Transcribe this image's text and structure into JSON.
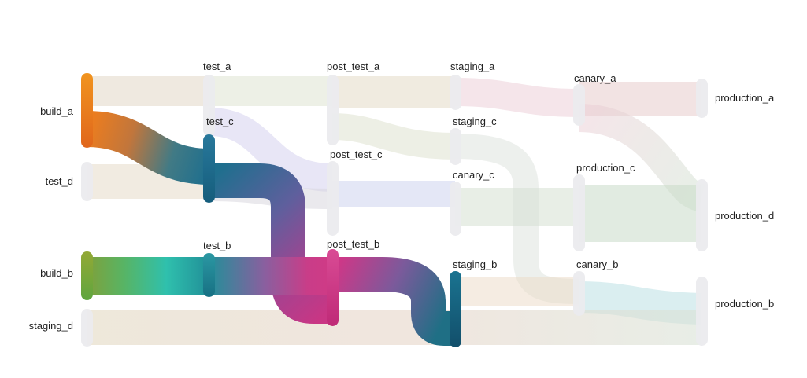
{
  "diagram": {
    "type": "sankey-pipeline",
    "background": "#ffffff",
    "columns": [
      "sources",
      "test",
      "post_test",
      "staging",
      "canary",
      "production"
    ],
    "accent_colors": {
      "orange": "#ee7d1d",
      "green": "#7fa03a",
      "cyan": "#2fc0ad",
      "teal": "#1f6f8e",
      "magenta": "#d03a86",
      "dark_teal": "#19647e",
      "node_light": "#ebebee"
    },
    "nodes": [
      {
        "id": "build_a",
        "label": "build_a",
        "column": 0,
        "emphasis": "vivid",
        "color": "#ee7d1d"
      },
      {
        "id": "test_d",
        "label": "test_d",
        "column": 0,
        "emphasis": "faded",
        "color": "#ebebee"
      },
      {
        "id": "build_b",
        "label": "build_b",
        "column": 0,
        "emphasis": "vivid",
        "color": "#7fa03a"
      },
      {
        "id": "staging_d",
        "label": "staging_d",
        "column": 0,
        "emphasis": "faded",
        "color": "#ebebee"
      },
      {
        "id": "test_a",
        "label": "test_a",
        "column": 1,
        "emphasis": "faded",
        "color": "#ebebee"
      },
      {
        "id": "test_c",
        "label": "test_c",
        "column": 1,
        "emphasis": "vivid",
        "color": "#1f6f8e"
      },
      {
        "id": "test_b",
        "label": "test_b",
        "column": 1,
        "emphasis": "vivid",
        "color": "#1f8f96"
      },
      {
        "id": "post_test_a",
        "label": "post_test_a",
        "column": 2,
        "emphasis": "faded",
        "color": "#ebebee"
      },
      {
        "id": "post_test_c",
        "label": "post_test_c",
        "column": 2,
        "emphasis": "faded",
        "color": "#ebebee"
      },
      {
        "id": "post_test_b",
        "label": "post_test_b",
        "column": 2,
        "emphasis": "vivid",
        "color": "#d03a86"
      },
      {
        "id": "staging_a",
        "label": "staging_a",
        "column": 3,
        "emphasis": "faded",
        "color": "#ebebee"
      },
      {
        "id": "staging_c",
        "label": "staging_c",
        "column": 3,
        "emphasis": "faded",
        "color": "#ebebee"
      },
      {
        "id": "canary_c",
        "label": "canary_c",
        "column": 3,
        "emphasis": "faded",
        "color": "#ebebee"
      },
      {
        "id": "staging_b",
        "label": "staging_b",
        "column": 3,
        "emphasis": "vivid",
        "color": "#19647e"
      },
      {
        "id": "canary_a",
        "label": "canary_a",
        "column": 4,
        "emphasis": "faded",
        "color": "#ebebee"
      },
      {
        "id": "production_c",
        "label": "production_c",
        "column": 4,
        "emphasis": "faded",
        "color": "#ebebee"
      },
      {
        "id": "canary_b",
        "label": "canary_b",
        "column": 4,
        "emphasis": "faded",
        "color": "#ebebee"
      },
      {
        "id": "production_a",
        "label": "production_a",
        "column": 5,
        "emphasis": "faded",
        "color": "#ebebee"
      },
      {
        "id": "production_d",
        "label": "production_d",
        "column": 5,
        "emphasis": "faded",
        "color": "#ebebee"
      },
      {
        "id": "production_b",
        "label": "production_b",
        "column": 5,
        "emphasis": "faded",
        "color": "#ebebee"
      }
    ],
    "links": [
      {
        "source": "build_a",
        "target": "test_a",
        "style": "faded"
      },
      {
        "source": "build_a",
        "target": "test_c",
        "style": "vivid"
      },
      {
        "source": "test_d",
        "target": "test_c",
        "style": "faded"
      },
      {
        "source": "test_a",
        "target": "post_test_a",
        "style": "faded"
      },
      {
        "source": "test_a",
        "target": "post_test_c",
        "style": "faded"
      },
      {
        "source": "test_c",
        "target": "post_test_c",
        "style": "faded"
      },
      {
        "source": "test_c",
        "target": "post_test_b",
        "style": "vivid"
      },
      {
        "source": "build_b",
        "target": "test_b",
        "style": "vivid"
      },
      {
        "source": "test_b",
        "target": "post_test_b",
        "style": "vivid"
      },
      {
        "source": "post_test_a",
        "target": "staging_a",
        "style": "faded"
      },
      {
        "source": "post_test_a",
        "target": "staging_c",
        "style": "faded"
      },
      {
        "source": "post_test_c",
        "target": "canary_c",
        "style": "faded"
      },
      {
        "source": "post_test_b",
        "target": "staging_b",
        "style": "vivid"
      },
      {
        "source": "staging_a",
        "target": "canary_a",
        "style": "faded"
      },
      {
        "source": "staging_c",
        "target": "canary_b",
        "style": "faded"
      },
      {
        "source": "canary_c",
        "target": "production_c",
        "style": "faded"
      },
      {
        "source": "canary_a",
        "target": "production_a",
        "style": "faded"
      },
      {
        "source": "canary_a",
        "target": "production_d",
        "style": "faded"
      },
      {
        "source": "production_c",
        "target": "production_d",
        "style": "faded"
      },
      {
        "source": "staging_b",
        "target": "canary_b",
        "style": "faded"
      },
      {
        "source": "canary_b",
        "target": "production_b",
        "style": "faded"
      },
      {
        "source": "staging_d",
        "target": "production_b",
        "style": "faded"
      }
    ]
  }
}
